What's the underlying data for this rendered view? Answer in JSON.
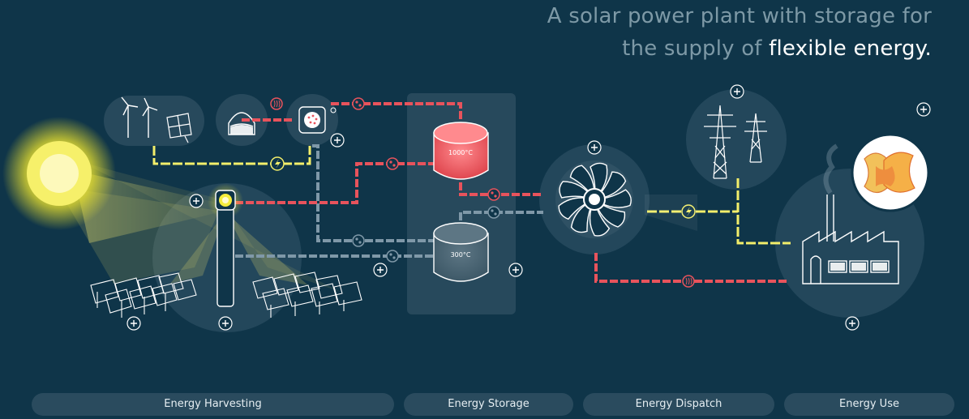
{
  "headline": {
    "line1": "A solar power plant with storage for",
    "line2_prefix": "the supply of ",
    "line2_highlight": "flexible energy."
  },
  "tanks": {
    "hot_label": "1000°C",
    "cold_label": "300°C"
  },
  "tabs": [
    {
      "label": "Energy Harvesting"
    },
    {
      "label": "Energy Storage"
    },
    {
      "label": "Energy Dispatch"
    },
    {
      "label": "Energy Use"
    }
  ],
  "colors": {
    "background": "#0f3549",
    "hot_pipe": "#e8535c",
    "cold_pipe": "#7f98a8",
    "electric_line": "#f3ee6a",
    "sun": "#f4ec3d"
  },
  "icons": [
    "plus-icon",
    "lightning-icon",
    "heat-icon",
    "particle-icon"
  ]
}
